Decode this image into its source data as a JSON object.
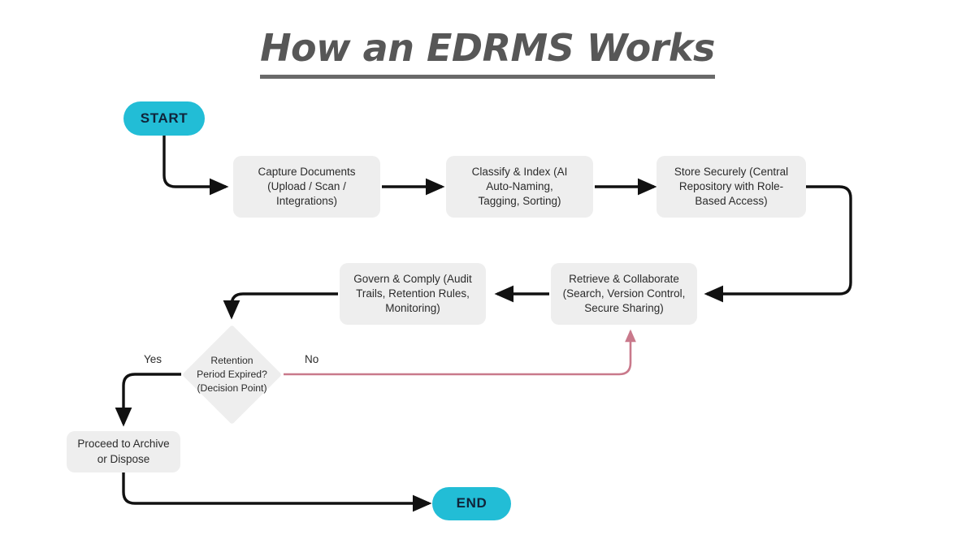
{
  "title": "How an EDRMS Works",
  "colors": {
    "terminal_fill": "#22bdd6",
    "terminal_text": "#10243a",
    "process_fill": "#eeeeee",
    "process_text": "#2b2b2b",
    "arrow_primary": "#111111",
    "arrow_no_branch": "#c9798b",
    "title_text": "#575757",
    "background": "#ffffff"
  },
  "nodes": {
    "start": {
      "label": "START",
      "type": "terminal"
    },
    "capture": {
      "type": "process",
      "lines": [
        "Capture Documents",
        "(Upload / Scan /",
        "Integrations)"
      ]
    },
    "classify": {
      "type": "process",
      "lines": [
        "Classify & Index (AI",
        "Auto-Naming,",
        "Tagging, Sorting)"
      ]
    },
    "store": {
      "type": "process",
      "lines": [
        "Store Securely (Central",
        "Repository with Role-",
        "Based Access)"
      ]
    },
    "retrieve": {
      "type": "process",
      "lines": [
        "Retrieve & Collaborate",
        "(Search, Version Control,",
        "Secure Sharing)"
      ]
    },
    "govern": {
      "type": "process",
      "lines": [
        "Govern & Comply (Audit",
        "Trails, Retention Rules,",
        "Monitoring)"
      ]
    },
    "decision": {
      "type": "decision",
      "lines": [
        "Retention",
        "Period Expired?",
        "(Decision Point)"
      ]
    },
    "archive": {
      "type": "process",
      "lines": [
        "Proceed to Archive",
        "or Dispose"
      ]
    },
    "end": {
      "label": "END",
      "type": "terminal"
    }
  },
  "edge_labels": {
    "yes": "Yes",
    "no": "No"
  },
  "flow": [
    {
      "from": "start",
      "to": "capture",
      "label": ""
    },
    {
      "from": "capture",
      "to": "classify",
      "label": ""
    },
    {
      "from": "classify",
      "to": "store",
      "label": ""
    },
    {
      "from": "store",
      "to": "retrieve",
      "label": ""
    },
    {
      "from": "retrieve",
      "to": "govern",
      "label": ""
    },
    {
      "from": "govern",
      "to": "decision",
      "label": ""
    },
    {
      "from": "decision",
      "to": "archive",
      "label": "Yes"
    },
    {
      "from": "decision",
      "to": "retrieve",
      "label": "No"
    },
    {
      "from": "archive",
      "to": "end",
      "label": ""
    }
  ]
}
